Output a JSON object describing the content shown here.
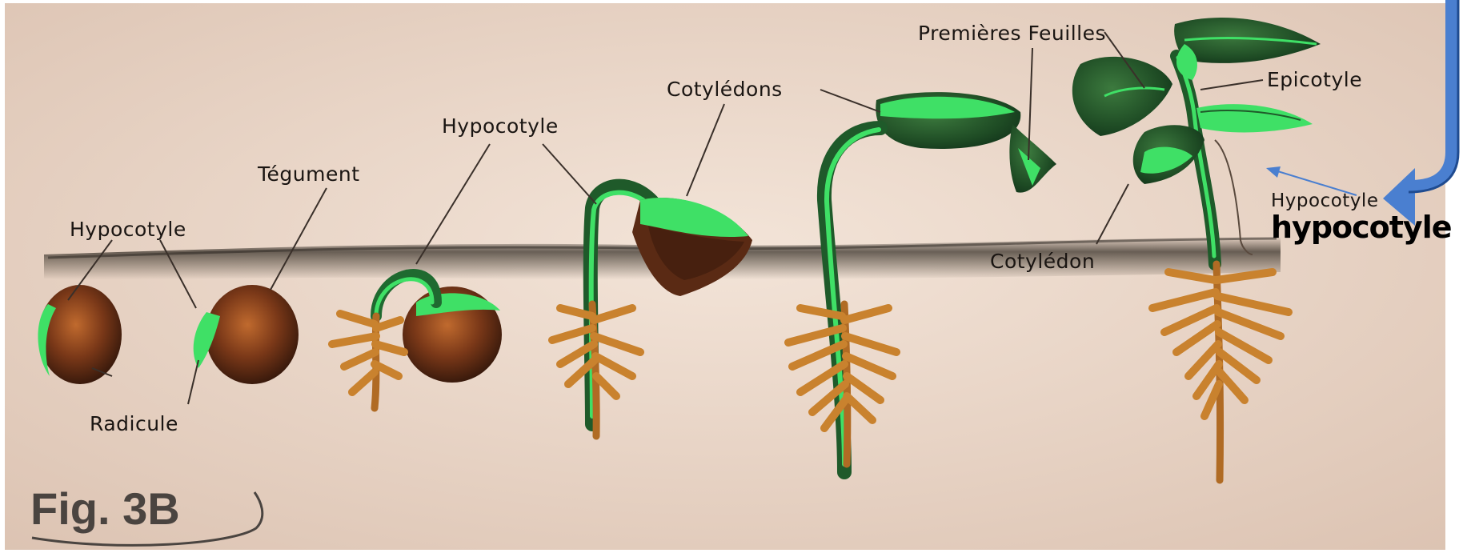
{
  "labels": {
    "hypocotyle_1": "Hypocotyle",
    "radicule": "Radicule",
    "tegument": "Tégument",
    "hypocotyle_2": "Hypocotyle",
    "cotyledons": "Cotylédons",
    "premieres_feuilles": "Premières Feuilles",
    "epicotyle": "Epicotyle",
    "hypocotyle_3": "Hypocotyle",
    "cotyledon": "Cotylédon",
    "hypocotyle_annotation": "hypocotyle"
  },
  "figure": {
    "caption": "Fig. 3B"
  },
  "colors": {
    "paper": "#ecd9cc",
    "seed": "#6b3216",
    "seed_light": "#b8642c",
    "green": "#3fe066",
    "dark_green": "#1f5a2a",
    "root": "#c9822e",
    "soil": "#4a4238",
    "callout_blue": "#4a7fd0"
  },
  "icons": {
    "callout": "curved-arrow-icon"
  }
}
